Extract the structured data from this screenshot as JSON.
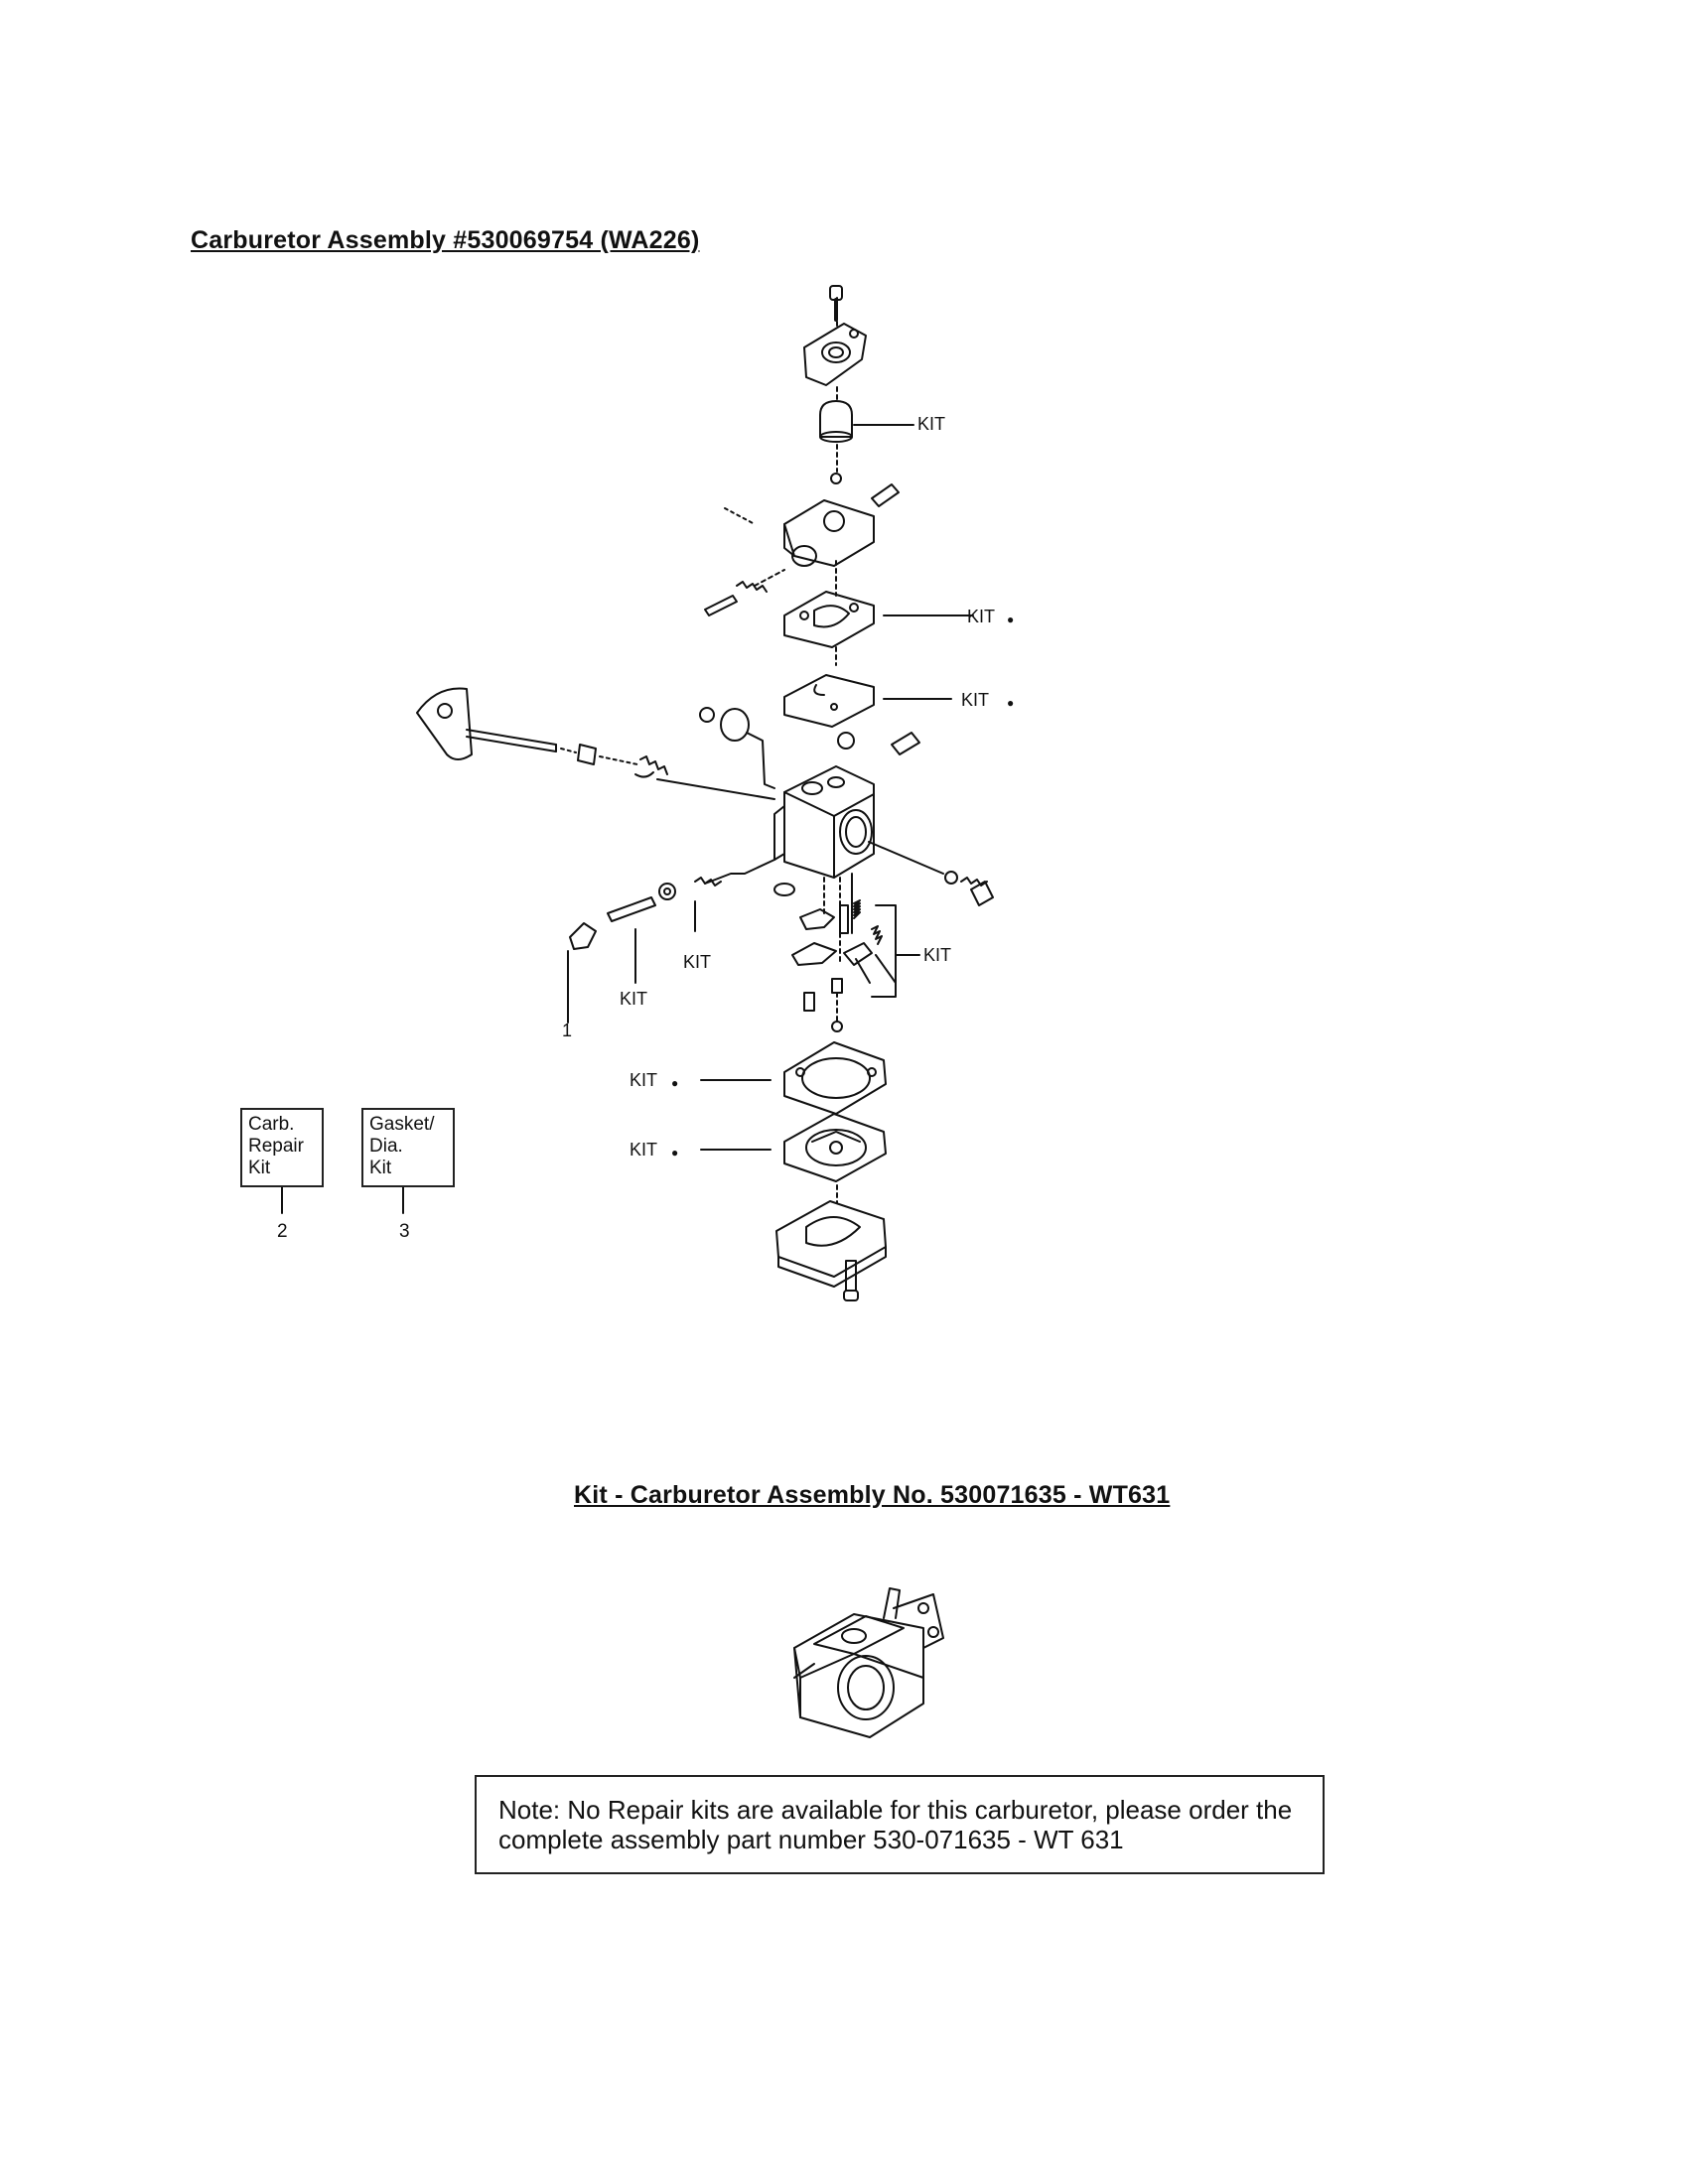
{
  "titles": {
    "carburetor_assembly": "Carburetor Assembly #530069754 (WA226)",
    "kit_assembly": "Kit - Carburetor Assembly No. 530071635 - WT631"
  },
  "callouts": {
    "kit": "KIT",
    "bullet": "●",
    "part_1": "1",
    "part_2": "2",
    "part_3": "3"
  },
  "kit_boxes": {
    "carb_repair_kit": [
      "Carb.",
      "Repair",
      "Kit"
    ],
    "gasket_dia_kit": [
      "Gasket/",
      "Dia.",
      "Kit"
    ]
  },
  "note": {
    "line1": "Note: No Repair kits are available for this carburetor, please order the",
    "line2": "complete assembly part number 530-071635 - WT 631"
  }
}
